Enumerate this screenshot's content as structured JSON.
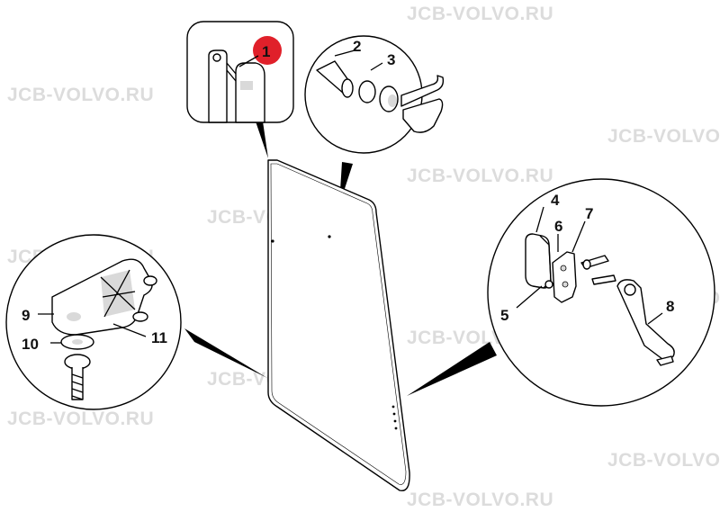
{
  "watermark_text": "JCB-VOLVO.RU",
  "part_numbers": {
    "p1": "1",
    "p2": "2",
    "p3": "3",
    "p4": "4",
    "p5": "5",
    "p6": "6",
    "p7": "7",
    "p8": "8",
    "p9": "9",
    "p10": "10",
    "p11": "11"
  },
  "colors": {
    "highlight": "#e0202a",
    "watermark": "#dcdcdc",
    "line": "#000000"
  }
}
